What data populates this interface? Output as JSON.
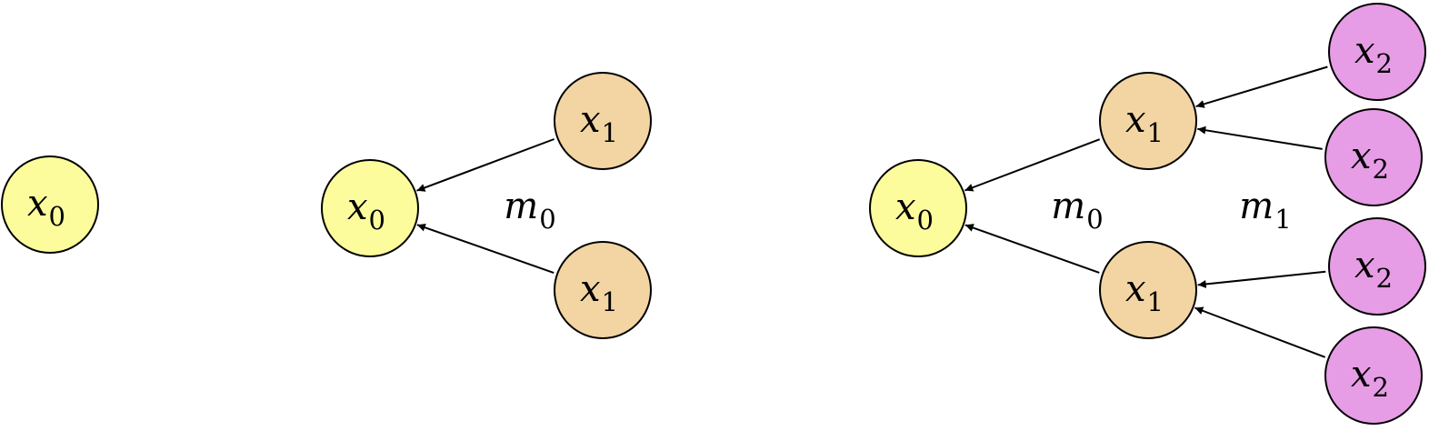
{
  "colors": {
    "x0": "#FCFC9C",
    "x1": "#F2D5A3",
    "x2": "#E79CE6",
    "stroke": "#000000"
  },
  "diagrams": [
    {
      "nodes": [
        {
          "id": "a0",
          "var": "x",
          "sub": "0",
          "level": 0
        }
      ],
      "edges": [],
      "labels": []
    },
    {
      "nodes": [
        {
          "id": "b0",
          "var": "x",
          "sub": "0",
          "level": 0
        },
        {
          "id": "b1",
          "var": "x",
          "sub": "1",
          "level": 1
        },
        {
          "id": "b2",
          "var": "x",
          "sub": "1",
          "level": 1
        }
      ],
      "edges": [
        {
          "from": "b1",
          "to": "b0"
        },
        {
          "from": "b2",
          "to": "b0"
        }
      ],
      "labels": [
        {
          "var": "m",
          "sub": "0"
        }
      ]
    },
    {
      "nodes": [
        {
          "id": "c0",
          "var": "x",
          "sub": "0",
          "level": 0
        },
        {
          "id": "c1",
          "var": "x",
          "sub": "1",
          "level": 1
        },
        {
          "id": "c2",
          "var": "x",
          "sub": "1",
          "level": 1
        },
        {
          "id": "c3",
          "var": "x",
          "sub": "2",
          "level": 2
        },
        {
          "id": "c4",
          "var": "x",
          "sub": "2",
          "level": 2
        },
        {
          "id": "c5",
          "var": "x",
          "sub": "2",
          "level": 2
        },
        {
          "id": "c6",
          "var": "x",
          "sub": "2",
          "level": 2
        }
      ],
      "edges": [
        {
          "from": "c1",
          "to": "c0"
        },
        {
          "from": "c2",
          "to": "c0"
        },
        {
          "from": "c3",
          "to": "c1"
        },
        {
          "from": "c4",
          "to": "c1"
        },
        {
          "from": "c5",
          "to": "c2"
        },
        {
          "from": "c6",
          "to": "c2"
        }
      ],
      "labels": [
        {
          "var": "m",
          "sub": "0"
        },
        {
          "var": "m",
          "sub": "1"
        }
      ]
    }
  ]
}
